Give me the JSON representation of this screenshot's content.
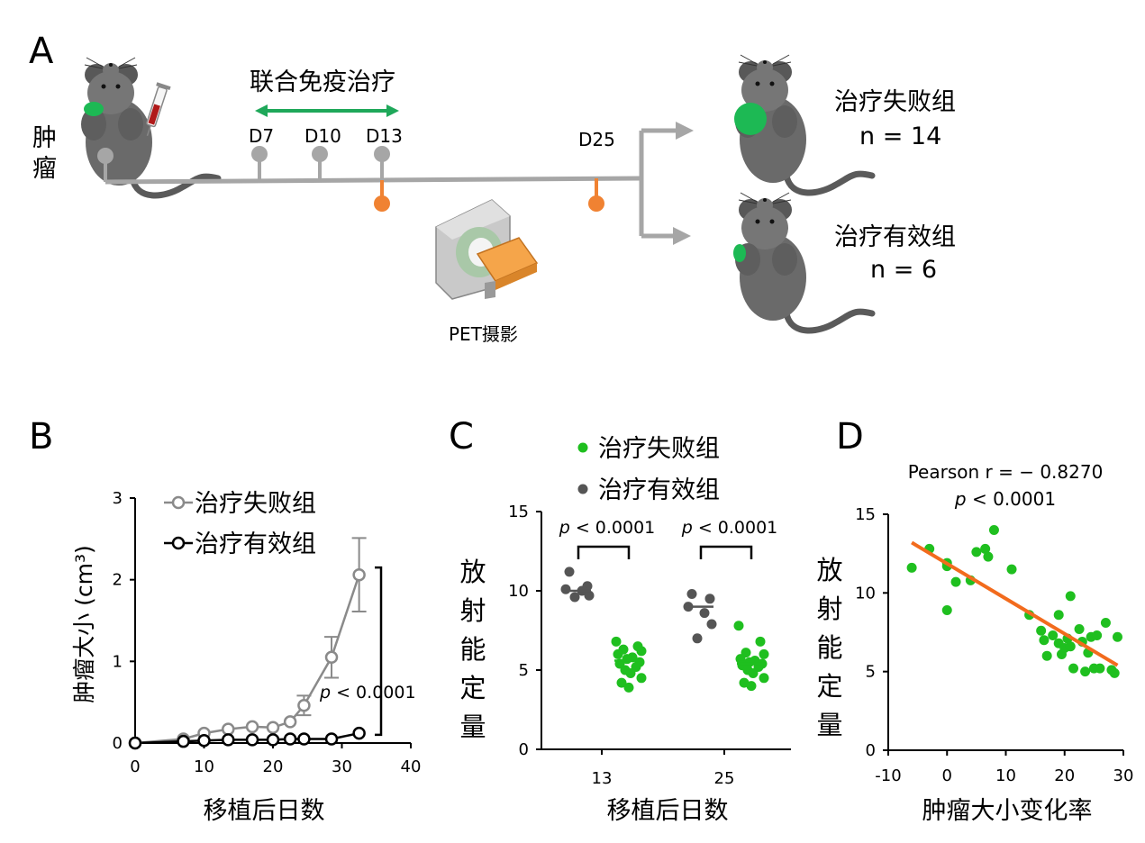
{
  "panel_a": {
    "label": "A",
    "tumor_label_1": "肿",
    "tumor_label_2": "瘤",
    "therapy_label": "联合免疫治疗",
    "days": [
      "D7",
      "D10",
      "D13"
    ],
    "day_25": "D25",
    "pet_label": "PET摄影",
    "group_fail": {
      "name": "治疗失败组",
      "n": "n = 14"
    },
    "group_effective": {
      "name": "治疗有效组",
      "n": "n = 6"
    },
    "colors": {
      "timeline": "#a6a6a6",
      "pet": "#f08232",
      "tumor": "#1db954",
      "mouse": "#5a5a5a"
    }
  },
  "chart_data": [
    {
      "panel": "B",
      "type": "line",
      "xlabel": "移植后日数",
      "ylabel": "肿瘤大小 (cm³)",
      "xlim": [
        0,
        40
      ],
      "ylim": [
        0,
        3
      ],
      "xticks": [
        "0",
        "10",
        "20",
        "30",
        "40"
      ],
      "yticks": [
        "0",
        "1",
        "2",
        "3"
      ],
      "annotation": "< 0.0001",
      "annotation_p": "p",
      "legend_position": "top-left",
      "series": [
        {
          "name": "治疗失败组",
          "color": "#8a8a8a",
          "x": [
            0,
            7,
            10,
            13.5,
            17,
            20,
            22.5,
            24.5,
            28.5,
            32.5
          ],
          "y": [
            0,
            0.05,
            0.12,
            0.17,
            0.2,
            0.19,
            0.26,
            0.46,
            1.05,
            2.06
          ],
          "err": [
            0,
            0,
            0,
            0,
            0,
            0,
            0,
            0.12,
            0.25,
            0.45
          ]
        },
        {
          "name": "治疗有效组",
          "color": "#000000",
          "x": [
            0,
            7,
            10,
            13.5,
            17,
            20,
            22.5,
            24.5,
            28.5,
            32.5
          ],
          "y": [
            0,
            0.02,
            0.03,
            0.04,
            0.04,
            0.04,
            0.05,
            0.05,
            0.05,
            0.12
          ],
          "err": [
            0,
            0,
            0,
            0,
            0,
            0,
            0,
            0,
            0,
            0
          ]
        }
      ]
    },
    {
      "panel": "C",
      "type": "scatter",
      "xlabel": "移植后日数",
      "ylabel": "放射能定量",
      "ylim": [
        0,
        15
      ],
      "categories": [
        "13",
        "25"
      ],
      "yticks": [
        "0",
        "5",
        "10",
        "15"
      ],
      "annotations": [
        "< 0.0001",
        "< 0.0001"
      ],
      "annotation_p": "p",
      "legend_position": "top-left",
      "series": [
        {
          "name": "治疗失败组",
          "color": "#1fbf1f",
          "groups": [
            [
              6.8,
              6.5,
              6.3,
              6.2,
              6.0,
              5.8,
              5.7,
              5.5,
              5.4,
              5.2,
              5.0,
              4.8,
              4.5,
              4.2,
              3.9
            ],
            [
              7.8,
              6.8,
              6.1,
              6.0,
              5.7,
              5.6,
              5.5,
              5.4,
              5.3,
              5.2,
              5.0,
              4.8,
              4.5,
              4.2,
              4.0
            ]
          ],
          "median": [
            5.6,
            5.4
          ]
        },
        {
          "name": "治疗有效组",
          "color": "#555555",
          "groups": [
            [
              11.2,
              10.3,
              10.1,
              10.0,
              9.7,
              9.6
            ],
            [
              9.8,
              9.5,
              9.0,
              8.6,
              7.9,
              7.0
            ]
          ],
          "median": [
            10.0,
            9.0
          ]
        }
      ]
    },
    {
      "panel": "D",
      "type": "scatter",
      "xlabel": "肿瘤大小变化率",
      "ylabel": "放射能定量",
      "xlim": [
        -10,
        30
      ],
      "ylim": [
        0,
        15
      ],
      "xticks": [
        "-10",
        "0",
        "10",
        "20",
        "30"
      ],
      "yticks": [
        "0",
        "5",
        "10",
        "15"
      ],
      "title_line1": "Pearson r = − 0.8270",
      "title_line2": "< 0.0001",
      "title_p": "p",
      "color": "#1fbf1f",
      "fit_color": "#f26b1d",
      "fit": {
        "x": [
          -6,
          29
        ],
        "y": [
          13.2,
          5.4
        ]
      },
      "points": [
        [
          -6,
          11.6
        ],
        [
          -3,
          12.8
        ],
        [
          0,
          11.9
        ],
        [
          0,
          11.7
        ],
        [
          0,
          8.9
        ],
        [
          1.5,
          10.7
        ],
        [
          4,
          10.8
        ],
        [
          5,
          12.6
        ],
        [
          6.5,
          12.8
        ],
        [
          7,
          12.3
        ],
        [
          8,
          14.0
        ],
        [
          11,
          11.5
        ],
        [
          14,
          8.6
        ],
        [
          16,
          7.6
        ],
        [
          16.5,
          7.0
        ],
        [
          17,
          6.0
        ],
        [
          18,
          7.3
        ],
        [
          19,
          8.6
        ],
        [
          19,
          6.8
        ],
        [
          19.5,
          6.1
        ],
        [
          20,
          6.5
        ],
        [
          20.5,
          7.1
        ],
        [
          21,
          9.8
        ],
        [
          21,
          6.6
        ],
        [
          21.5,
          5.2
        ],
        [
          22.5,
          7.7
        ],
        [
          23,
          6.9
        ],
        [
          23.5,
          5.0
        ],
        [
          24,
          6.2
        ],
        [
          24.5,
          7.2
        ],
        [
          25,
          5.2
        ],
        [
          25.5,
          7.3
        ],
        [
          26,
          5.2
        ],
        [
          27,
          8.1
        ],
        [
          28,
          5.1
        ],
        [
          28.5,
          4.9
        ],
        [
          29,
          7.2
        ]
      ]
    }
  ]
}
